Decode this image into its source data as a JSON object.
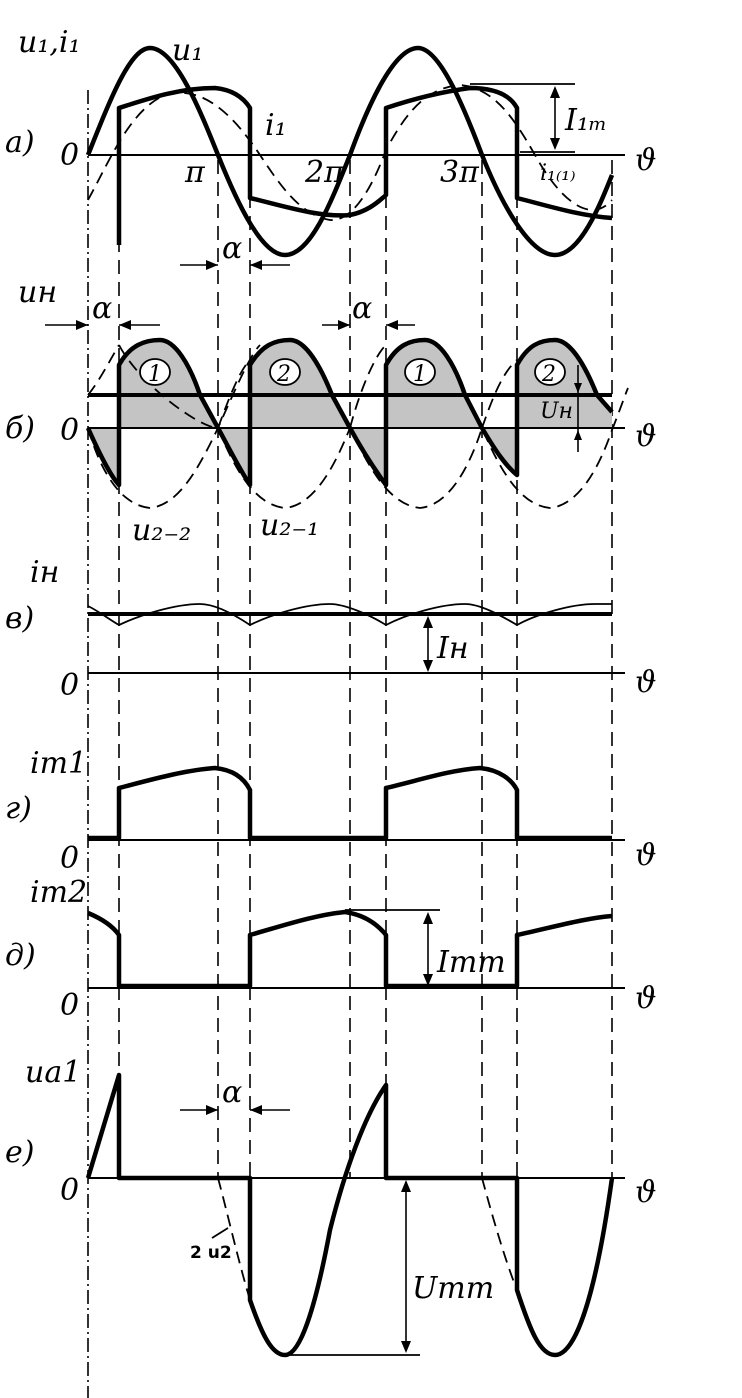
{
  "panels": {
    "a": {
      "tag": "а)",
      "axis_label": "u₁,i₁",
      "zero": "0",
      "theta": "ϑ",
      "curve_u1": "u₁",
      "curve_i1": "i₁",
      "pi": "π",
      "two_pi": "2π",
      "three_pi": "3π",
      "I1m": "I₁ₘ",
      "i1_1": "i₁₍₁₎",
      "alpha": "α"
    },
    "b": {
      "tag": "б)",
      "axis_label": "uн",
      "zero": "0",
      "theta": "ϑ",
      "alpha_left": "α",
      "alpha_mid": "α",
      "pulse_labels": [
        "1",
        "2",
        "1",
        "2"
      ],
      "U_H": "Uн",
      "u2_2": "u₂₋₂",
      "u2_1": "u₂₋₁"
    },
    "c": {
      "tag": "в)",
      "axis_label": "iн",
      "zero": "0",
      "theta": "ϑ",
      "I_H": "Iн"
    },
    "d": {
      "tag": "г)",
      "axis_label": "iт1",
      "zero": "0",
      "theta": "ϑ"
    },
    "e": {
      "tag": "д)",
      "axis_label": "iт2",
      "zero": "0",
      "theta": "ϑ",
      "I_Tm": "Iтm"
    },
    "f": {
      "tag": "е)",
      "axis_label": "uа1",
      "zero": "0",
      "theta": "ϑ",
      "alpha": "α",
      "two_u2": "2 u2",
      "U_Tm": "Uтm"
    }
  }
}
